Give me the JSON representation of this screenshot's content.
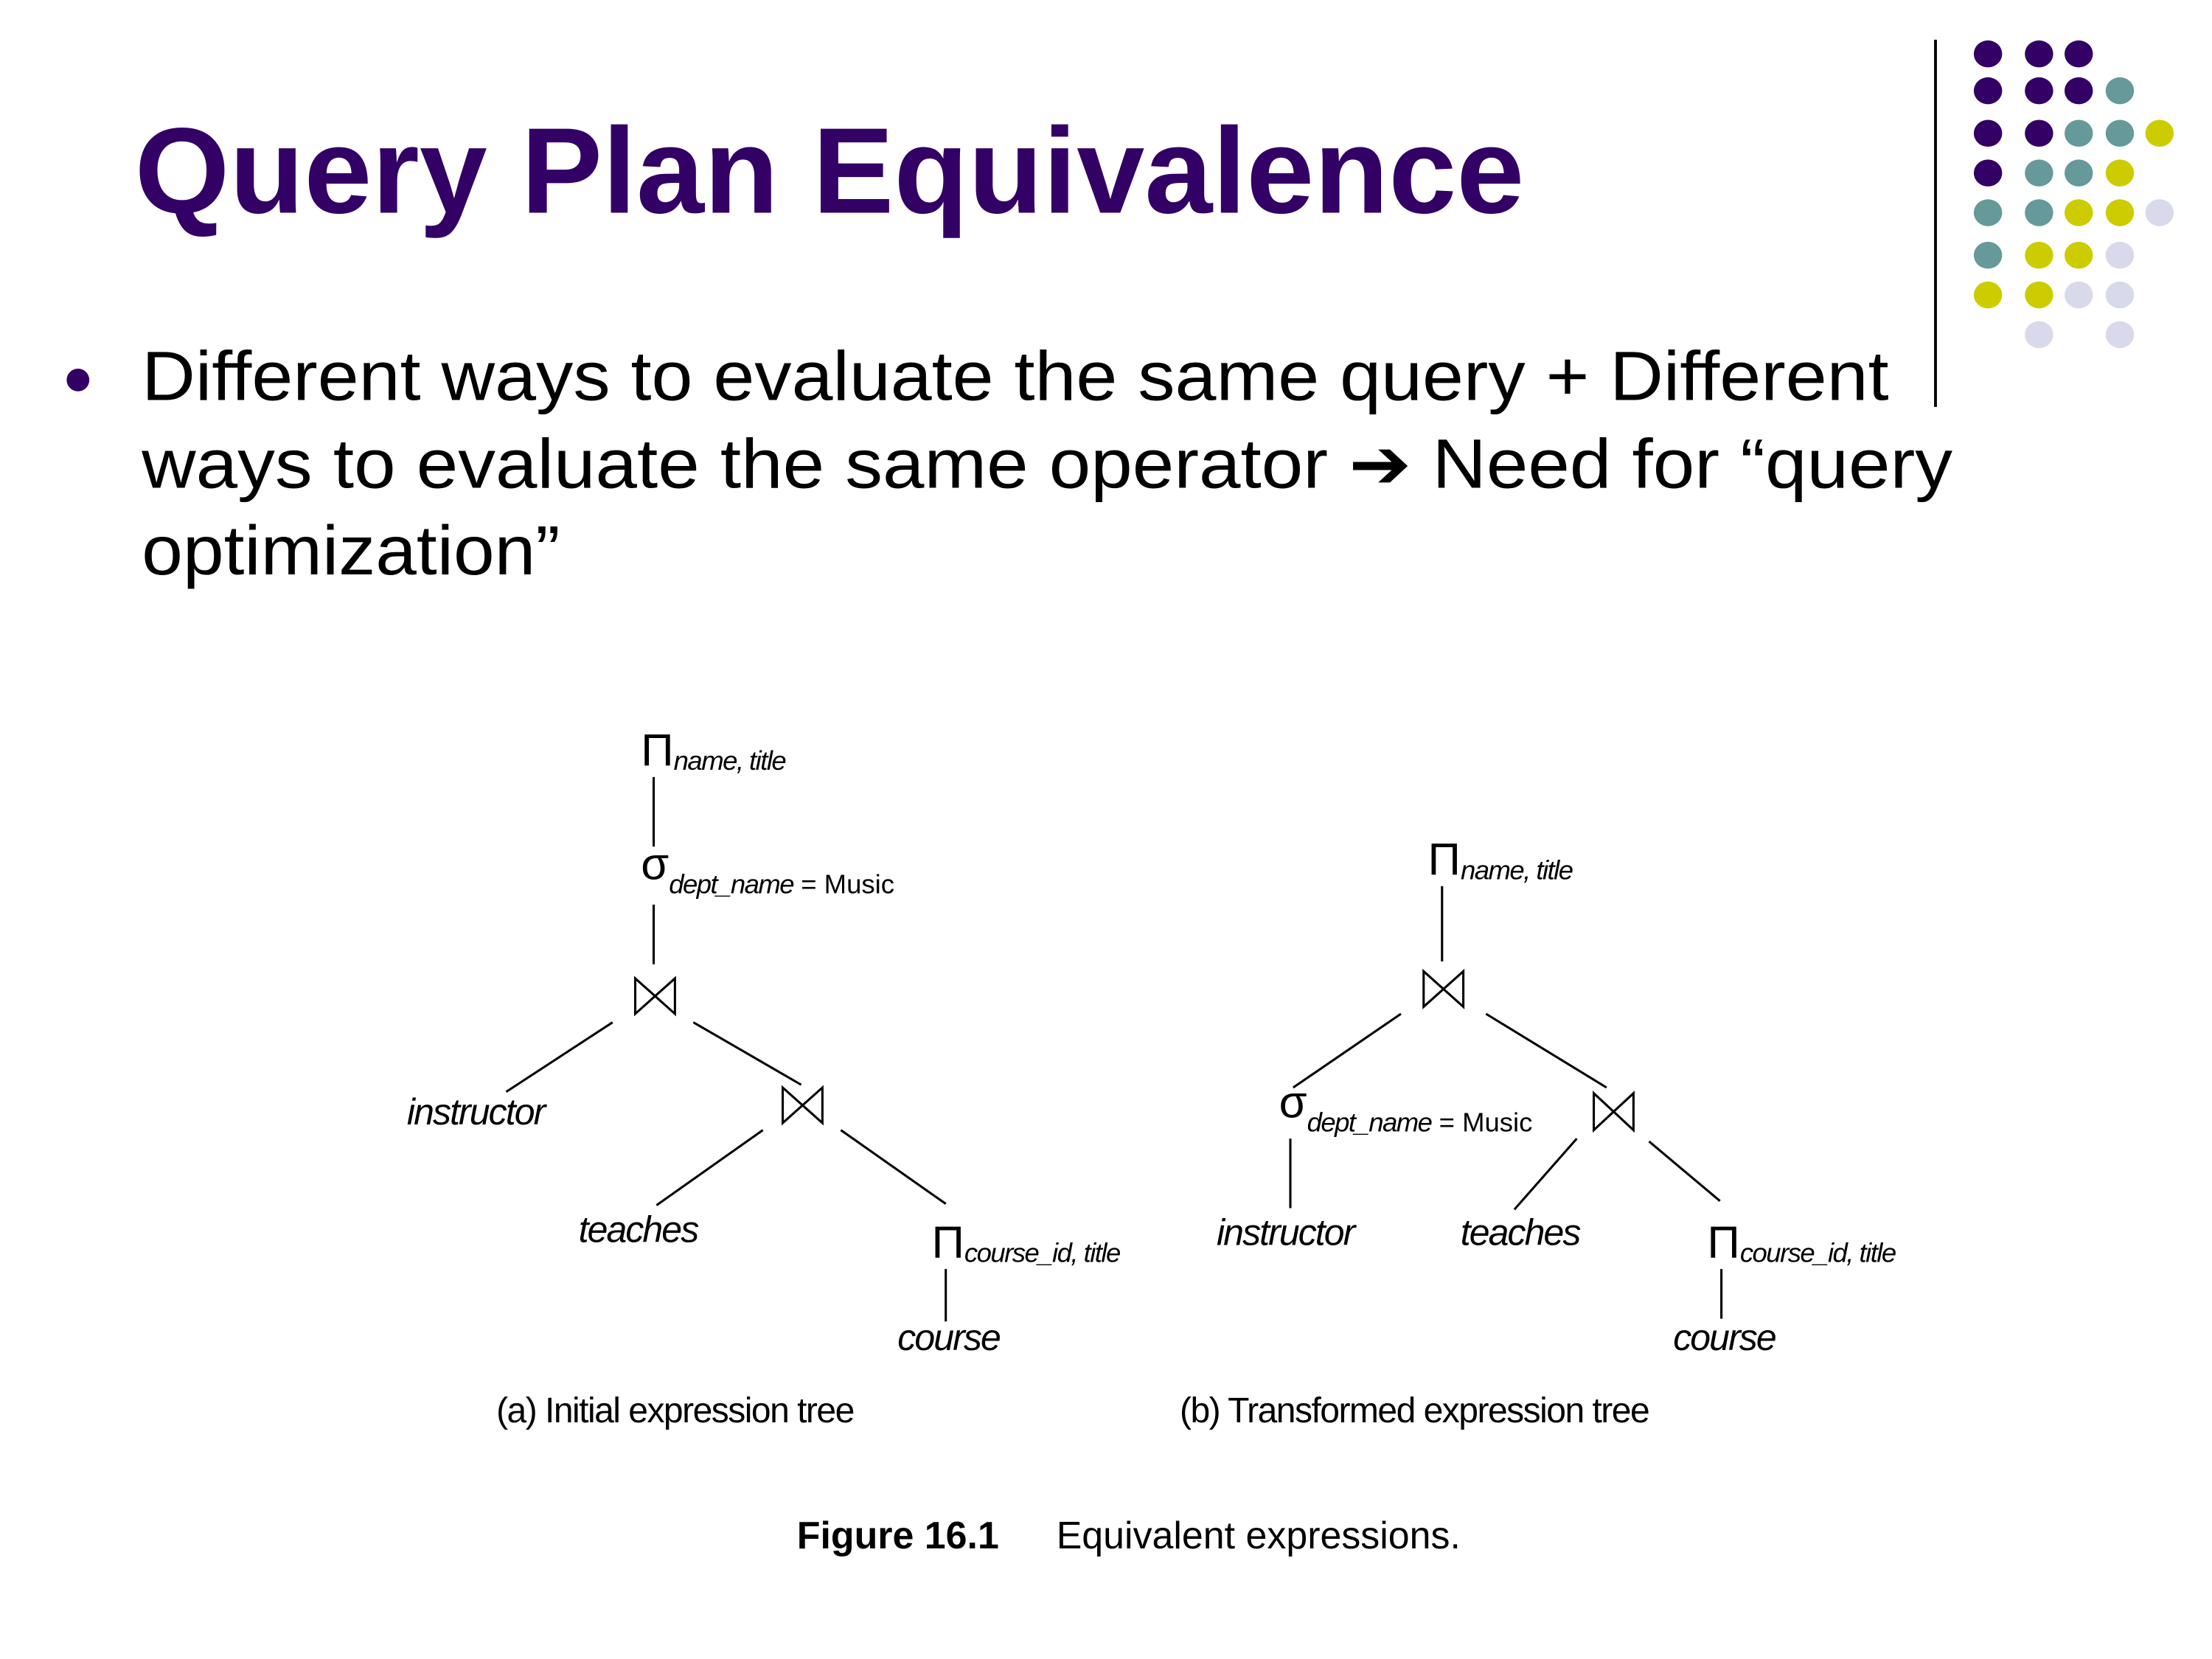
{
  "slide": {
    "title": "Query Plan Equivalence",
    "bullet": {
      "lines": [
        "Different ways to evaluate the same query + Different",
        "ways to evaluate the same operator ➔ Need for “query",
        "optimization”"
      ]
    },
    "accent_colors": [
      "#330066",
      "#669999",
      "#cccc00",
      "#d9d9ec"
    ]
  },
  "figure": {
    "tree_a": {
      "caption": "(a) Initial expression tree",
      "root_projection": {
        "symbol": "Π",
        "attrs": "name, title"
      },
      "selection": {
        "symbol": "σ",
        "attr": "dept_name",
        "op": " = Music"
      },
      "join_symbol": "⋈",
      "leaves": {
        "instructor": "instructor",
        "teaches": "teaches",
        "course": "course"
      },
      "inner_projection": {
        "symbol": "Π",
        "attrs": "course_id, title"
      }
    },
    "tree_b": {
      "caption": "(b) Transformed expression tree",
      "root_projection": {
        "symbol": "Π",
        "attrs": "name, title"
      },
      "selection": {
        "symbol": "σ",
        "attr": "dept_name",
        "op": " = Music"
      },
      "leaves": {
        "instructor": "instructor",
        "teaches": "teaches",
        "course": "course"
      },
      "inner_projection": {
        "symbol": "Π",
        "attrs": "course_id, title"
      }
    },
    "caption_label": "Figure 16.1",
    "caption_text": "Equivalent expressions."
  }
}
